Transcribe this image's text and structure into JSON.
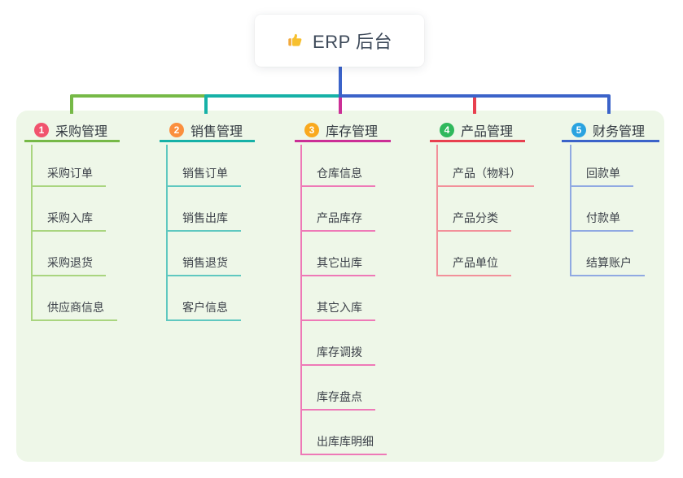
{
  "root": {
    "title": "ERP 后台",
    "icon": "thumbs-up-icon"
  },
  "branches": [
    {
      "badge": "1",
      "label": "采购管理",
      "badge_color": "#f1536e",
      "line_color": "#76b947",
      "child_line_color": "#a9d57f",
      "children": [
        "采购订单",
        "采购入库",
        "采购退货",
        "供应商信息"
      ]
    },
    {
      "badge": "2",
      "label": "销售管理",
      "badge_color": "#fb8f3e",
      "line_color": "#16b1a7",
      "child_line_color": "#5fc8c0",
      "children": [
        "销售订单",
        "销售出库",
        "销售退货",
        "客户信息"
      ]
    },
    {
      "badge": "3",
      "label": "库存管理",
      "badge_color": "#f9a91e",
      "line_color": "#cb2f96",
      "child_line_color": "#ee79b7",
      "children": [
        "仓库信息",
        "产品库存",
        "其它出库",
        "其它入库",
        "库存调拨",
        "库存盘点",
        "出库库明细"
      ]
    },
    {
      "badge": "4",
      "label": "产品管理",
      "badge_color": "#30b85c",
      "line_color": "#e8404f",
      "child_line_color": "#f2909a",
      "children": [
        "产品（物料）",
        "产品分类",
        "产品单位"
      ]
    },
    {
      "badge": "5",
      "label": "财务管理",
      "badge_color": "#2aa3e0",
      "line_color": "#3b63c9",
      "child_line_color": "#90a9e2",
      "children": [
        "回款单",
        "付款单",
        "结算账户"
      ]
    }
  ]
}
